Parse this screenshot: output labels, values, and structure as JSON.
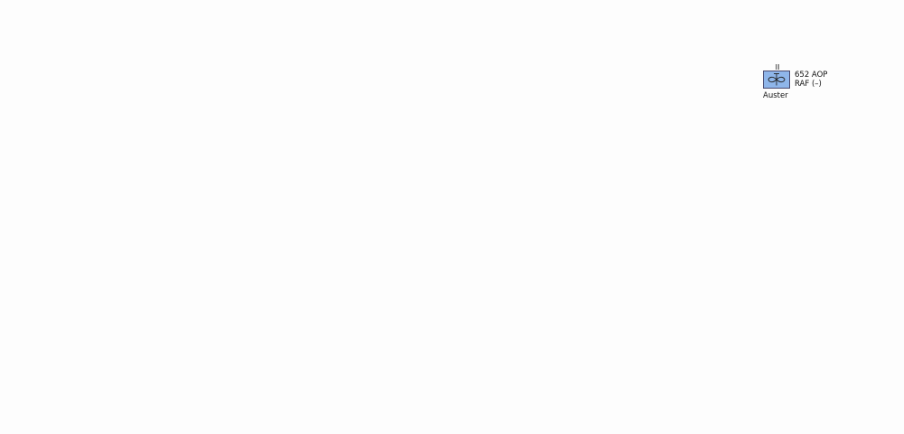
{
  "unit": {
    "echelon": "II",
    "designation_line1": "652 AOP",
    "designation_line2": "RAF (–)",
    "equipment": "Auster",
    "icon": "fixed-wing-aviation-icon",
    "affiliation_color": "#8fb6ea"
  }
}
